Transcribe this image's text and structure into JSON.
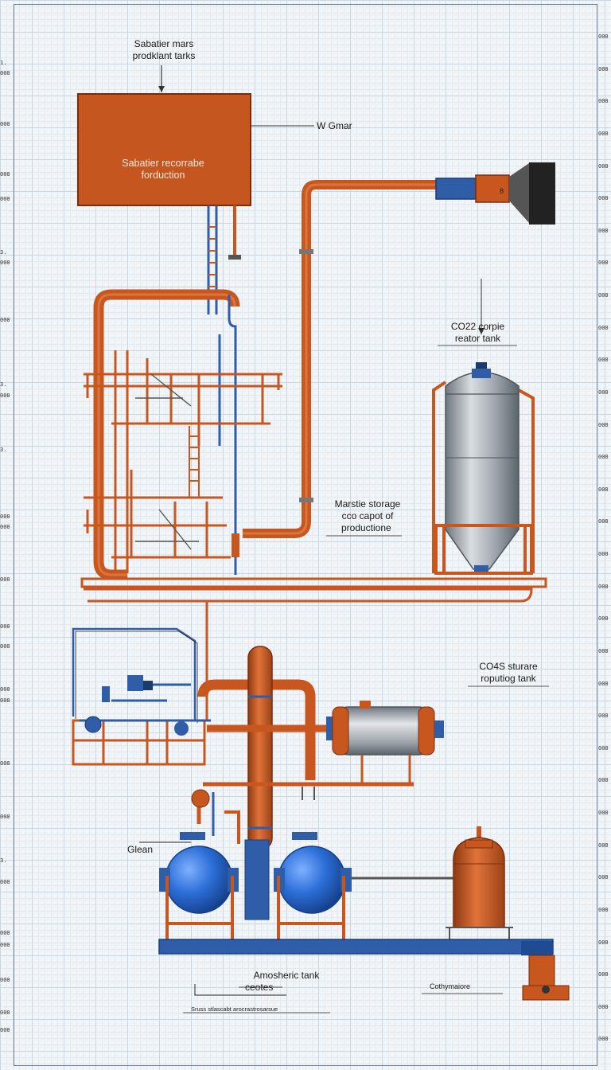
{
  "labels": {
    "top_tank_line1": "Sabatier mars",
    "top_tank_line2": "prodklant tarks",
    "box_line1": "Sabatier recorrabe",
    "box_line2": "forduction",
    "side_note": "W Gmar",
    "co2_tank_line1": "CO22 corpie",
    "co2_tank_line2": "reator tank",
    "storage_line1": "Marstie storage",
    "storage_line2": "cco capot of",
    "storage_line3": "productione ",
    "co4_line1": "CO4S sturare",
    "co4_line2": "roputiog tank",
    "glean": "Glean",
    "atmo_line1": "Amosheric tank",
    "atmo_line2": "ceotes",
    "atmo_line3": "Sruss stlascabt arocrastrosarsue",
    "right_small": "Cothymaiore"
  },
  "ticks": {
    "left": [
      "1.",
      "000",
      "000",
      "000",
      "000",
      "3.",
      "000",
      "000",
      "3.",
      "000",
      "3.",
      "000",
      "000",
      "000",
      "000",
      "000",
      "000",
      "000",
      "000",
      "000",
      "3.",
      "000",
      "000",
      "000",
      "000",
      "000",
      "000"
    ],
    "right": [
      "000",
      "000",
      "000",
      "000",
      "000",
      "000",
      "000",
      "000",
      "000",
      "000",
      "000",
      "000",
      "000",
      "000",
      "000",
      "000",
      "000",
      "000",
      "000",
      "000",
      "000",
      "000",
      "000",
      "000",
      "000",
      "000",
      "000",
      "000",
      "000",
      "000",
      "000",
      "000"
    ]
  },
  "colors": {
    "pipe_orange": "#c8561f",
    "steel_blue": "#2f5da8",
    "tank_grey": "#9aa3ab",
    "box_fill": "#c5561f"
  }
}
